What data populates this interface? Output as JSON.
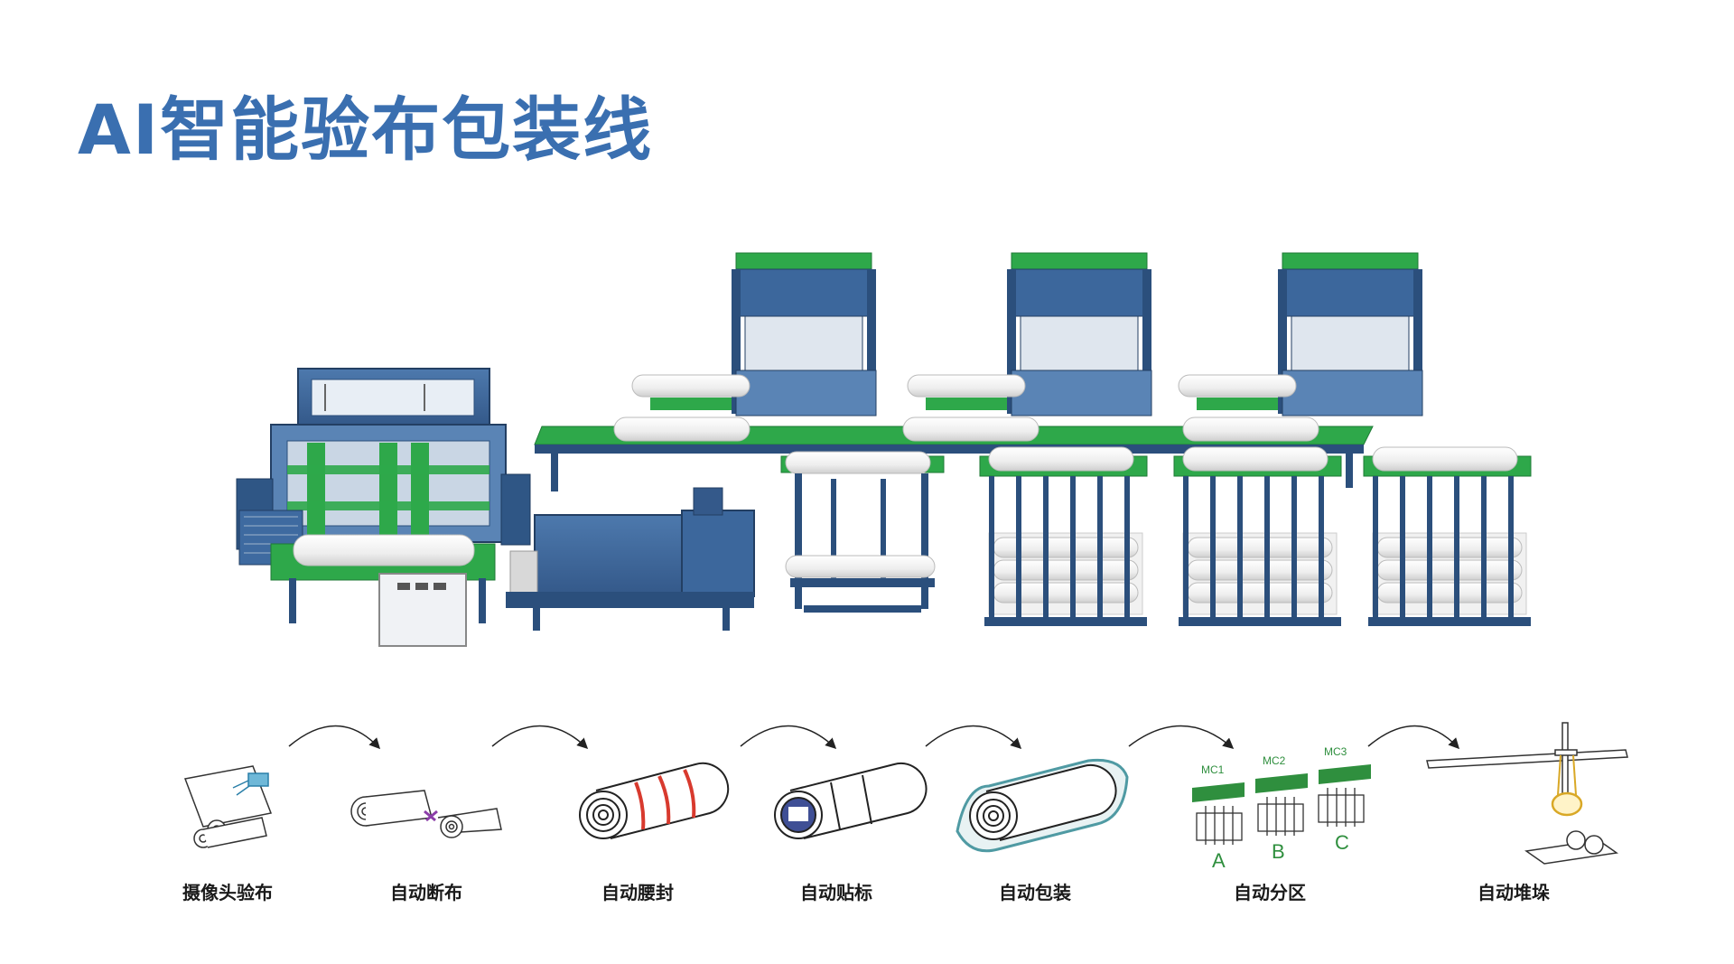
{
  "title": "AI智能验布包装线",
  "colors": {
    "title": "#3a6fb0",
    "machine_blue": "#3c679c",
    "machine_dark": "#2b4f7c",
    "accent_green": "#2ea84a",
    "roll_white": "#f3f3f3",
    "seal_red": "#d83a2e",
    "wrap_teal": "#4f9aa3",
    "zone_green": "#2f8f3e"
  },
  "steps": [
    {
      "label": "摄像头验布",
      "icon": "camera-inspection-icon"
    },
    {
      "label": "自动断布",
      "icon": "fabric-cutting-icon"
    },
    {
      "label": "自动腰封",
      "icon": "waist-seal-roll-icon"
    },
    {
      "label": "自动贴标",
      "icon": "labeled-roll-icon"
    },
    {
      "label": "自动包装",
      "icon": "wrapped-roll-icon"
    },
    {
      "label": "自动分区",
      "icon": "zoning-icon"
    },
    {
      "label": "自动堆垛",
      "icon": "stacking-crane-icon"
    }
  ],
  "zoning": {
    "tags": [
      "MC1",
      "MC2",
      "MC3"
    ],
    "zones": [
      "A",
      "B",
      "C"
    ]
  }
}
